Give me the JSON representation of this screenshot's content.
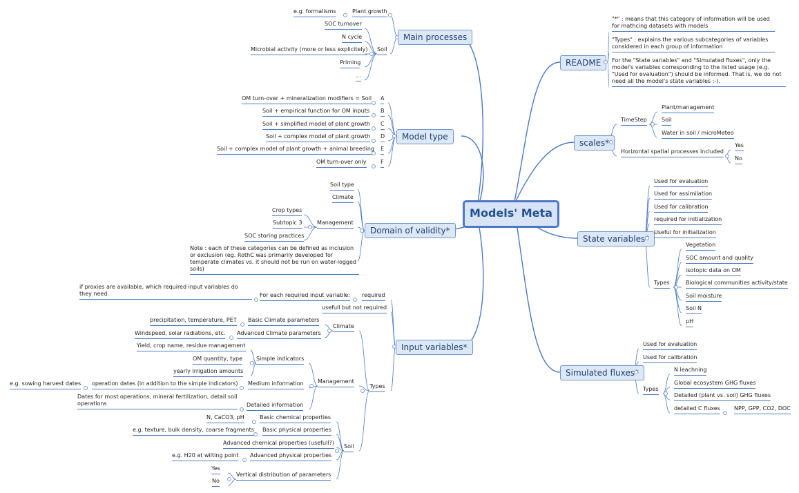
{
  "title": "Models' Meta",
  "branches": {
    "main_processes": {
      "label": "Main processes",
      "plant_growth": "Plant growth",
      "formalisms": "e.g. formalisms",
      "soil": "Soil",
      "soil_items": [
        "SOC turnover",
        "N cycle",
        "Microbial activity (more or less explicitely)",
        "Priming",
        "..."
      ]
    },
    "model_type": {
      "label": "Model type",
      "items": [
        {
          "code": "A",
          "desc": "OM turn-over + mineralization modifiers = Soil"
        },
        {
          "code": "B",
          "desc": "Soil + empirical function for OM inputs"
        },
        {
          "code": "C",
          "desc": "Soil + simplified model of plant growth"
        },
        {
          "code": "D",
          "desc": "Soil + complex model of plant growth"
        },
        {
          "code": "E",
          "desc": "Soil + complex model of plant growth + animal breeding"
        },
        {
          "code": "F",
          "desc": "OM turn-over only"
        }
      ]
    },
    "domain": {
      "label": "Domain of validity*",
      "soil_type": "Soil type",
      "climate": "Climate",
      "management": "Management",
      "management_items": [
        "Crop types",
        "Subtopic 3",
        "SOC storing practices"
      ],
      "note": "Note : each of these categories can be defined as inclusion or exclusion (eg. RothC was primarily developed for temperate climates vs. it should not be run on water-logged soils)"
    },
    "input": {
      "label": "Input variables*",
      "required": "required",
      "for_each": "For each required input variable:",
      "proxies": "if proxies are available, which required input variables do they need",
      "usefull": "usefull but not required",
      "types": "Types",
      "climate": "Climate",
      "basic_climate": "Basic Climate parameters",
      "basic_climate_ex": "precipitation, temperature, PET",
      "adv_climate": "Advanced Climate parameters",
      "adv_climate_ex": "Windspeed, solar radiations, etc.",
      "management": "Management",
      "simple": "Simple indicators",
      "simple_items": [
        "Yield, crop name, residue management",
        "OM quantity, type",
        "yearly Irrigation amounts"
      ],
      "medium": "Medium information",
      "op_dates": "operation dates (in addition to the simple indicators)",
      "op_dates_ex": "e.g. sowing harvest dates",
      "detailed": "Detailed information",
      "detailed_ex": "Dates for most operations, mineral fertilization, detail soil operations",
      "soil": "Soil",
      "basic_chem": "Basic chemical properties",
      "basic_chem_ex": "N, CaCO3, pH",
      "basic_phys": "Basic physical properties",
      "basic_phys_ex": "e.g. texture, bulk density, coarse fragments",
      "adv_chem": "Advanced chemical properties (usefull?)",
      "adv_phys": "Advanced physical properties",
      "adv_phys_ex": "e.g. H20 at wilting point",
      "vertical": "Vertical distribution of parameters",
      "yes": "Yes",
      "no": "No"
    },
    "readme": {
      "label": "README",
      "items": [
        "\"*\" : means that this category of information will be used for mathcing datasets with models",
        "\"Types\" : explains the various subcategories of variables considered in each group of information",
        "For the \"State variables\" and \"Simulated fluxes\", only the model's variables corresponding to the listed usage (e.g. \"Used for evaluation\") should be informed. That is, we do not need all the model's state variables :-)."
      ]
    },
    "scales": {
      "label": "scales*",
      "timestep": "TimeStep",
      "timestep_items": [
        "Plant/management",
        "Soil",
        "Water in soil / microMeteo"
      ],
      "horizontal": "Horizontal spatial processes included",
      "yes": "Yes",
      "no": "No"
    },
    "state": {
      "label": "State variables*",
      "items": [
        "Used for evaluation",
        "Used for assimilation",
        "Used for calibration",
        "required for initialization",
        "Useful for initialization"
      ],
      "types": "Types",
      "type_items": [
        "Vegetation",
        "SOC amount and quality",
        "isotopic data on OM",
        "Biological communities activity/state",
        "Soil moisture",
        "Soil N",
        "pH"
      ]
    },
    "fluxes": {
      "label": "Simulated fluxes*",
      "items": [
        "Used for evaluation",
        "Used for calibration"
      ],
      "types": "Types",
      "type_items": [
        "N leachning",
        "Global ecosystem GHG fluxes",
        "Detailed (plant vs. soil) GHG fluxes",
        "detailed C fluxes"
      ],
      "c_fluxes_detail": "NPP, GPP, CO2, DOC"
    }
  }
}
